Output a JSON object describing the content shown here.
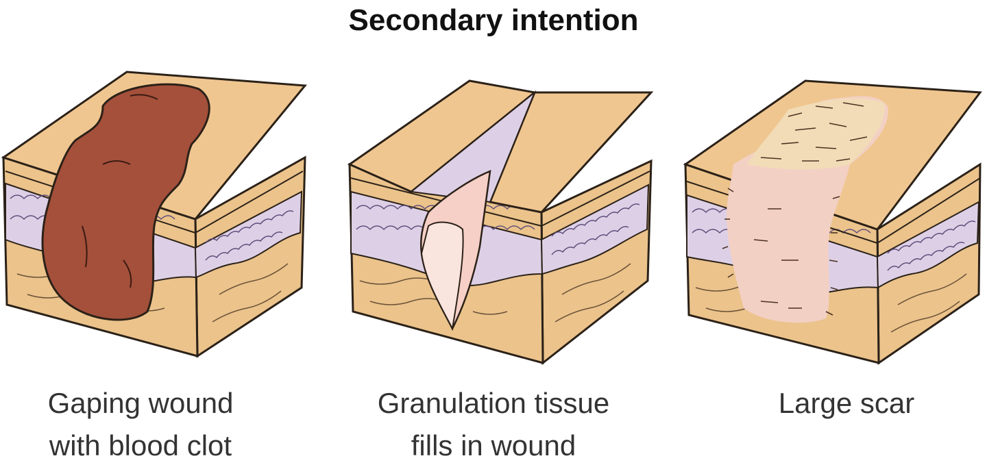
{
  "title": "Secondary intention",
  "stages": [
    {
      "caption_lines": [
        "Gaping wound",
        "with blood clot"
      ],
      "wound": "blood-clot"
    },
    {
      "caption_lines": [
        "Granulation tissue",
        "fills in wound"
      ],
      "wound": "granulation"
    },
    {
      "caption_lines": [
        "Large scar"
      ],
      "wound": "scar"
    }
  ],
  "colors": {
    "outline": "#2b2118",
    "skin_top": "#f0c690",
    "skin_side": "#ebc38b",
    "dermis_cells": "#ddd0e6",
    "dermis_cell_line": "#5e4b7a",
    "clot": "#a4503b",
    "granulation": "#f6cfc6",
    "granulation_light": "#fae4de",
    "scar": "#f3d0c4",
    "scar_top": "#f2dcb7"
  }
}
